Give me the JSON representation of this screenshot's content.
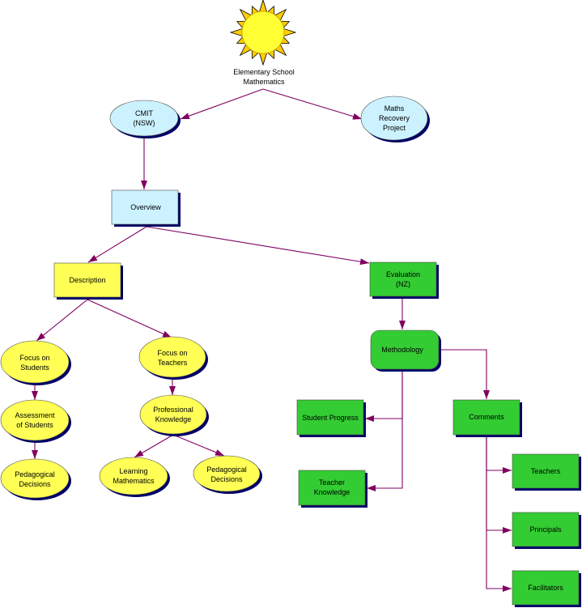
{
  "diagram": {
    "root": {
      "lines": [
        "Elementary School",
        "Mathematics"
      ]
    },
    "cmit": {
      "lines": [
        "CMIT",
        "(NSW)"
      ]
    },
    "maths_recovery": {
      "lines": [
        "Maths",
        "Recovery",
        "Project"
      ]
    },
    "overview": {
      "label": "Overview"
    },
    "description": {
      "label": "Description"
    },
    "evaluation": {
      "lines": [
        "Evaluation",
        "(NZ)"
      ]
    },
    "focus_students": {
      "lines": [
        "Focus on",
        "Students"
      ]
    },
    "focus_teachers": {
      "lines": [
        "Focus on",
        "Teachers"
      ]
    },
    "assessment_students": {
      "lines": [
        "Assessment",
        "of Students"
      ]
    },
    "pedagogical_decisions_left": {
      "lines": [
        "Pedagogical",
        "Decisions"
      ]
    },
    "professional_knowledge": {
      "lines": [
        "Professional",
        "Knowledge"
      ]
    },
    "learning_mathematics": {
      "lines": [
        "Learning",
        "Mathematics"
      ]
    },
    "pedagogical_decisions_right": {
      "lines": [
        "Pedagogical",
        "Decisions"
      ]
    },
    "methodology": {
      "label": "Methodology"
    },
    "student_progress": {
      "label": "Student Progress"
    },
    "teacher_knowledge": {
      "lines": [
        "Teacher",
        "Knowledge"
      ]
    },
    "comments": {
      "label": "Comments"
    },
    "teachers": {
      "label": "Teachers"
    },
    "principals": {
      "label": "Principals"
    },
    "facilitators": {
      "label": "Facilitators"
    }
  },
  "colors": {
    "blue_node": "#ccf2ff",
    "yellow_node": "#ffff55",
    "green_node": "#33cc33",
    "shadow": "#000066",
    "arrow": "#800060",
    "sun_body": "#ffff33",
    "sun_rays": "#ffcc00"
  }
}
